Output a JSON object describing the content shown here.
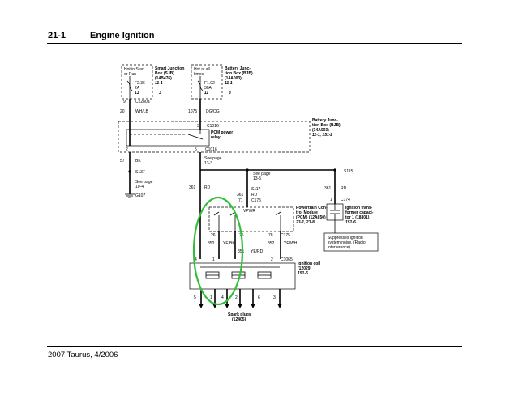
{
  "page": {
    "section_number": "21-1",
    "section_title": "Engine Ignition",
    "footer": "2007 Taurus, 4/2006"
  },
  "diagram": {
    "sjb_fuse": {
      "hot_line1": "Hot in Start",
      "hot_line2": "or Run",
      "fuse_id": "F2.36",
      "fuse_amps": "2A",
      "ref": "13",
      "name_line1": "Smart Junction",
      "name_line2": "Box (SJB)",
      "name_line3": "(14B476)",
      "page_ref": "11-1",
      "page_ref2": "3"
    },
    "bjb_fuse": {
      "hot_line1": "Hot at all",
      "hot_line2": "times",
      "fuse_id": "F1.02",
      "fuse_amps": "30A",
      "ref": "11",
      "name_line1": "Battery Junc-",
      "name_line2": "tion Box (BJB)",
      "name_line3": "(14A003)",
      "page_ref": "11-1",
      "page_ref2": "3"
    },
    "c2280a": {
      "pin": "9",
      "connector": "C2280a"
    },
    "circuit_20": {
      "number": "20",
      "color": "WH/LB"
    },
    "circuit_1075": {
      "number": "1075",
      "color": "DG/OG"
    },
    "relay": {
      "pin_top": "3",
      "pin_bl": "2",
      "pin_br": "5",
      "connector_top": "C1016",
      "connector_bottom": "C1016",
      "label_line1": "PCM power",
      "label_line2": "relay",
      "box_line1": "Battery Junc-",
      "box_line2": "tion Box (BJB)",
      "box_line3": "(14A003)",
      "box_ref": "11-1, 151-2"
    },
    "see_page_relay": {
      "line1": "See page",
      "line2": "13-3"
    },
    "circuit_57": {
      "number": "57",
      "color": "BK"
    },
    "s137": {
      "splice": "S137",
      "see_line1": "See page",
      "see_line2": "10-4",
      "ground": "G107"
    },
    "circuit_361_left": {
      "number": "361",
      "color": "RD"
    },
    "see_page_top": {
      "line1": "See page",
      "line2": "13-5"
    },
    "s115": "S115",
    "s117": {
      "circuit": "361",
      "splice": "S117",
      "color": "RD",
      "pin": "71",
      "connector": "C175"
    },
    "pcm": {
      "line1": "Powertrain Con-",
      "line2": "trol Module",
      "line3": "(PCM) (12A650)",
      "ref": "23-1, 23-8",
      "vpwr": "VPWR",
      "pins": [
        "26",
        "25",
        "78"
      ],
      "connector": "C175"
    },
    "circuit_850": {
      "number": "850",
      "color": "YE/BK"
    },
    "circuit_851": {
      "number": "851",
      "color": "YE/RD"
    },
    "circuit_852": {
      "number": "852",
      "color": "YE/WH"
    },
    "coil": {
      "pins": [
        "4",
        "1",
        "3",
        "2"
      ],
      "connector": "C1065",
      "line1": "Ignition coil",
      "line2": "(12029)",
      "ref": "151-6",
      "plug_numbers": [
        "5",
        "1",
        "4",
        "2",
        "6",
        "3"
      ]
    },
    "spark_plugs": {
      "line1": "Spark plugs",
      "line2": "(12405)"
    },
    "capacitor": {
      "circuit": "361",
      "color": "RD",
      "pin": "1",
      "connector": "C174",
      "line1": "Ignition trans-",
      "line2": "former capaci-",
      "line3": "tor 1 (18801)",
      "ref": "151-6"
    },
    "note": {
      "line1": "Suppresses ignition",
      "line2": "system noise. (Radio",
      "line3": "interference)"
    },
    "highlight_color": "#2fbf3a"
  }
}
